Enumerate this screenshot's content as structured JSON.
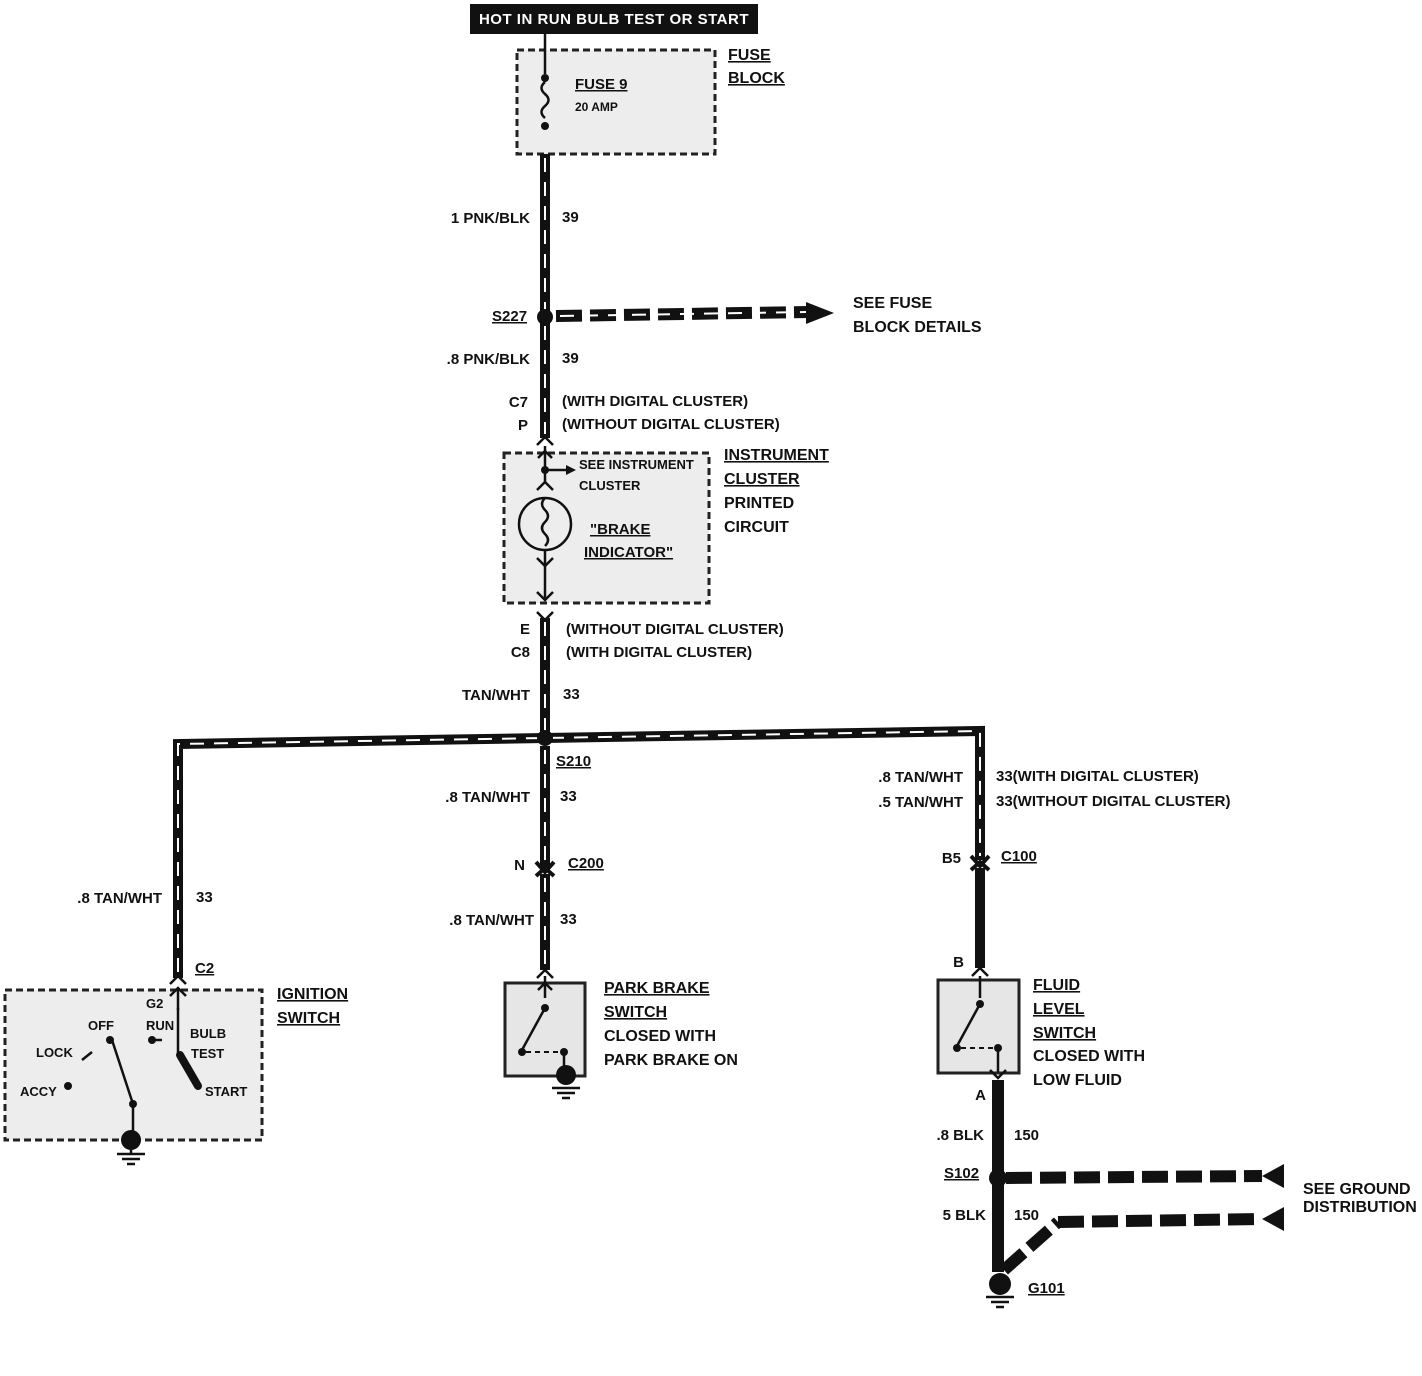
{
  "banner": "HOT IN RUN BULB TEST OR START",
  "fuse_block": {
    "fuse": "FUSE 9",
    "rating": "20 AMP",
    "label_line1": "FUSE",
    "label_line2": "BLOCK"
  },
  "wire_top": {
    "gauge": "1 PNK/BLK",
    "circuit": "39"
  },
  "splice_s227": {
    "id": "S227",
    "ref_line1": "SEE FUSE",
    "ref_line2": "BLOCK DETAILS"
  },
  "wire_s227_down": {
    "gauge": ".8 PNK/BLK",
    "circuit": "39"
  },
  "connector_top": {
    "pin_digital": "C7",
    "note_digital": "(WITH DIGITAL CLUSTER)",
    "pin_no_digital": "P",
    "note_no_digital": "(WITHOUT DIGITAL CLUSTER)"
  },
  "instrument_cluster": {
    "ref_line1": "SEE INSTRUMENT",
    "ref_line2": "CLUSTER",
    "bulb_line1": "\"BRAKE",
    "bulb_line2": "INDICATOR\"",
    "label_line1": "INSTRUMENT",
    "label_line2": "CLUSTER",
    "label_line3": "PRINTED",
    "label_line4": "CIRCUIT"
  },
  "connector_bottom": {
    "pin_no_digital": "E",
    "note_no_digital": "(WITHOUT DIGITAL CLUSTER)",
    "pin_digital": "C8",
    "note_digital": "(WITH DIGITAL CLUSTER)"
  },
  "wire_mid": {
    "gauge": "TAN/WHT",
    "circuit": "33"
  },
  "splice_s210": {
    "id": "S210"
  },
  "left_branch": {
    "gauge": ".8 TAN/WHT",
    "circuit": "33",
    "connector": "C2",
    "pin": "G2"
  },
  "ignition_switch": {
    "label_line1": "IGNITION",
    "label_line2": "SWITCH",
    "pos_off": "OFF",
    "pos_run": "RUN",
    "pos_bulb": "BULB",
    "pos_test": "TEST",
    "pos_lock": "LOCK",
    "pos_accy": "ACCY",
    "pos_start": "START"
  },
  "center_branch": {
    "gauge_upper": ".8 TAN/WHT",
    "circuit_upper": "33",
    "pin": "N",
    "connector": "C200",
    "gauge_lower": ".8 TAN/WHT",
    "circuit_lower": "33"
  },
  "park_brake_switch": {
    "line1": "PARK BRAKE",
    "line2": "SWITCH",
    "line3": "CLOSED WITH",
    "line4": "PARK BRAKE ON"
  },
  "right_branch": {
    "gauge_digital": ".8 TAN/WHT",
    "circuit_digital": "33(WITH DIGITAL CLUSTER)",
    "gauge_no_digital": ".5 TAN/WHT",
    "circuit_no_digital": "33(WITHOUT DIGITAL CLUSTER)",
    "pin": "B5",
    "connector": "C100",
    "switch_pin_top": "B",
    "switch_pin_bottom": "A"
  },
  "fluid_level_switch": {
    "line1": "FLUID",
    "line2": "LEVEL",
    "line3": "SWITCH",
    "line4": "CLOSED WITH",
    "line5": "LOW FLUID"
  },
  "ground_circuit": {
    "gauge_upper": ".8 BLK",
    "circuit_upper": "150",
    "splice": "S102",
    "gauge_lower": "5 BLK",
    "circuit_lower": "150",
    "ground": "G101",
    "ref_line1": "SEE GROUND",
    "ref_line2": "DISTRIBUTION"
  }
}
